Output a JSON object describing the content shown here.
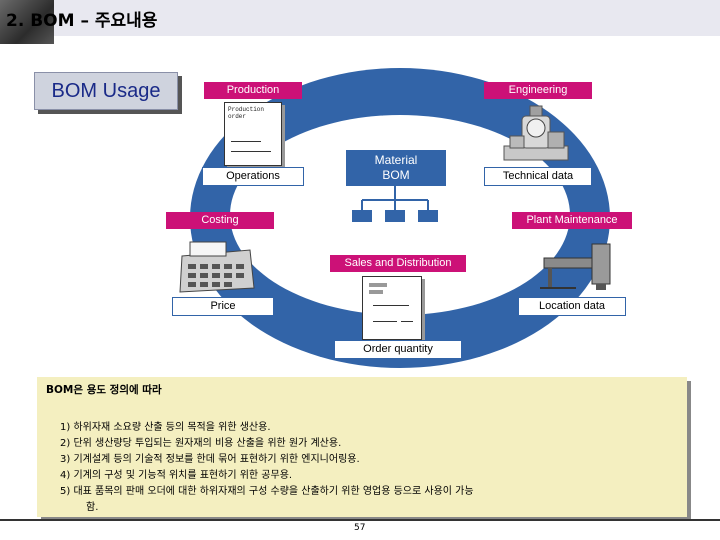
{
  "header": {
    "title": "2. BOM – 주요내용"
  },
  "usage_box": {
    "label": "BOM Usage"
  },
  "diagram": {
    "center": {
      "line1": "Material",
      "line2": "BOM"
    },
    "labels": {
      "production": "Production",
      "engineering": "Engineering",
      "operations": "Operations",
      "technical_data": "Technical data",
      "costing": "Costing",
      "plant_maintenance": "Plant Maintenance",
      "sales_distribution": "Sales and Distribution",
      "price": "Price",
      "location_data": "Location data",
      "order_quantity": "Order quantity"
    },
    "doc_text": {
      "production_doc": "Production\norder"
    },
    "colors": {
      "ring": "#3264a8",
      "magenta_label": "#cc1177",
      "note_background": "#f4efc0"
    }
  },
  "notes": {
    "heading": "BOM은 용도 정의에 따라",
    "items": [
      "1) 하위자재 소요량 산출 등의 목적을 위한 생산용.",
      "2) 단위 생산량당 투입되는 원자재의 비용 산출을 위한 원가 계산용.",
      "3) 기계설계 등의 기술적 정보를 한데 묶어 표현하기 위한 엔지니어링용.",
      "4) 기계의 구성 및 기능적 위치를 표현하기 위한 공무용.",
      "5) 대표 품목의 판매 오더에 대한 하위자재의 구성 수량을 산출하기 위한 영업용 등으로 사용이 가능",
      "함."
    ]
  },
  "footer": {
    "page_number": "57"
  }
}
